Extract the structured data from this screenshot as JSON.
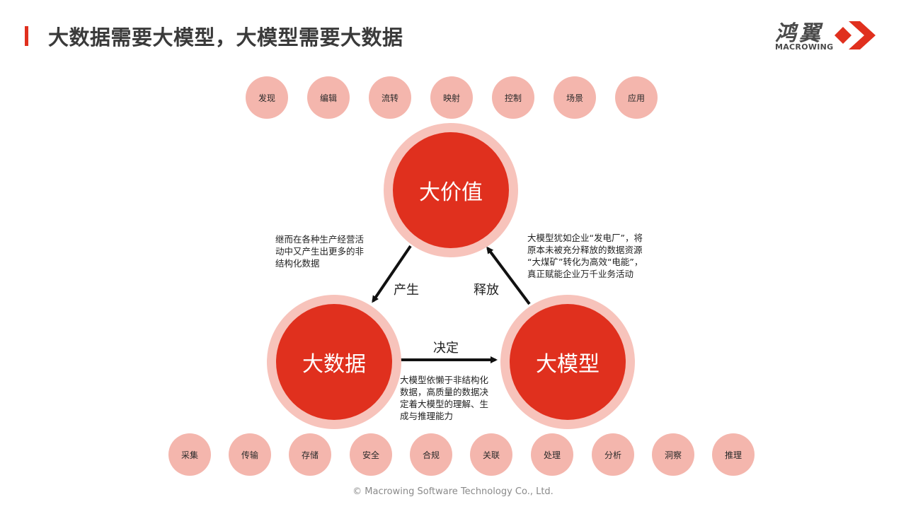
{
  "title": "大数据需要大模型，大模型需要大数据",
  "logo": {
    "cn": "鸿翼",
    "en": "MACROWING"
  },
  "top_chips": [
    "发现",
    "编辑",
    "流转",
    "映射",
    "控制",
    "场景",
    "应用"
  ],
  "bottom_chips": [
    "采集",
    "传输",
    "存储",
    "安全",
    "合规",
    "关联",
    "处理",
    "分析",
    "洞察",
    "推理"
  ],
  "nodes": {
    "value": "大价值",
    "data": "大数据",
    "model": "大模型"
  },
  "edges": {
    "produce": "产生",
    "release": "释放",
    "decide": "决定"
  },
  "notes": {
    "left": [
      "继而在各种生产经营活",
      "动中又产生出更多的非",
      "结构化数据"
    ],
    "right": [
      "大模型犹如企业“发电厂”，将",
      "原本未被充分释放的数据资源",
      "“大煤矿”转化为高效“电能”，",
      "真正赋能企业万千业务活动"
    ],
    "bottom": [
      "大模型依懒于非结构化",
      "数据，高质量的数据决",
      "定着大模型的理解、生",
      "成与推理能力"
    ]
  },
  "footer": "© Macrowing Software Technology  Co., Ltd.",
  "colors": {
    "accent": "#e0301e",
    "chip": "#f4b6ad",
    "ring": "#f7c3bb"
  }
}
